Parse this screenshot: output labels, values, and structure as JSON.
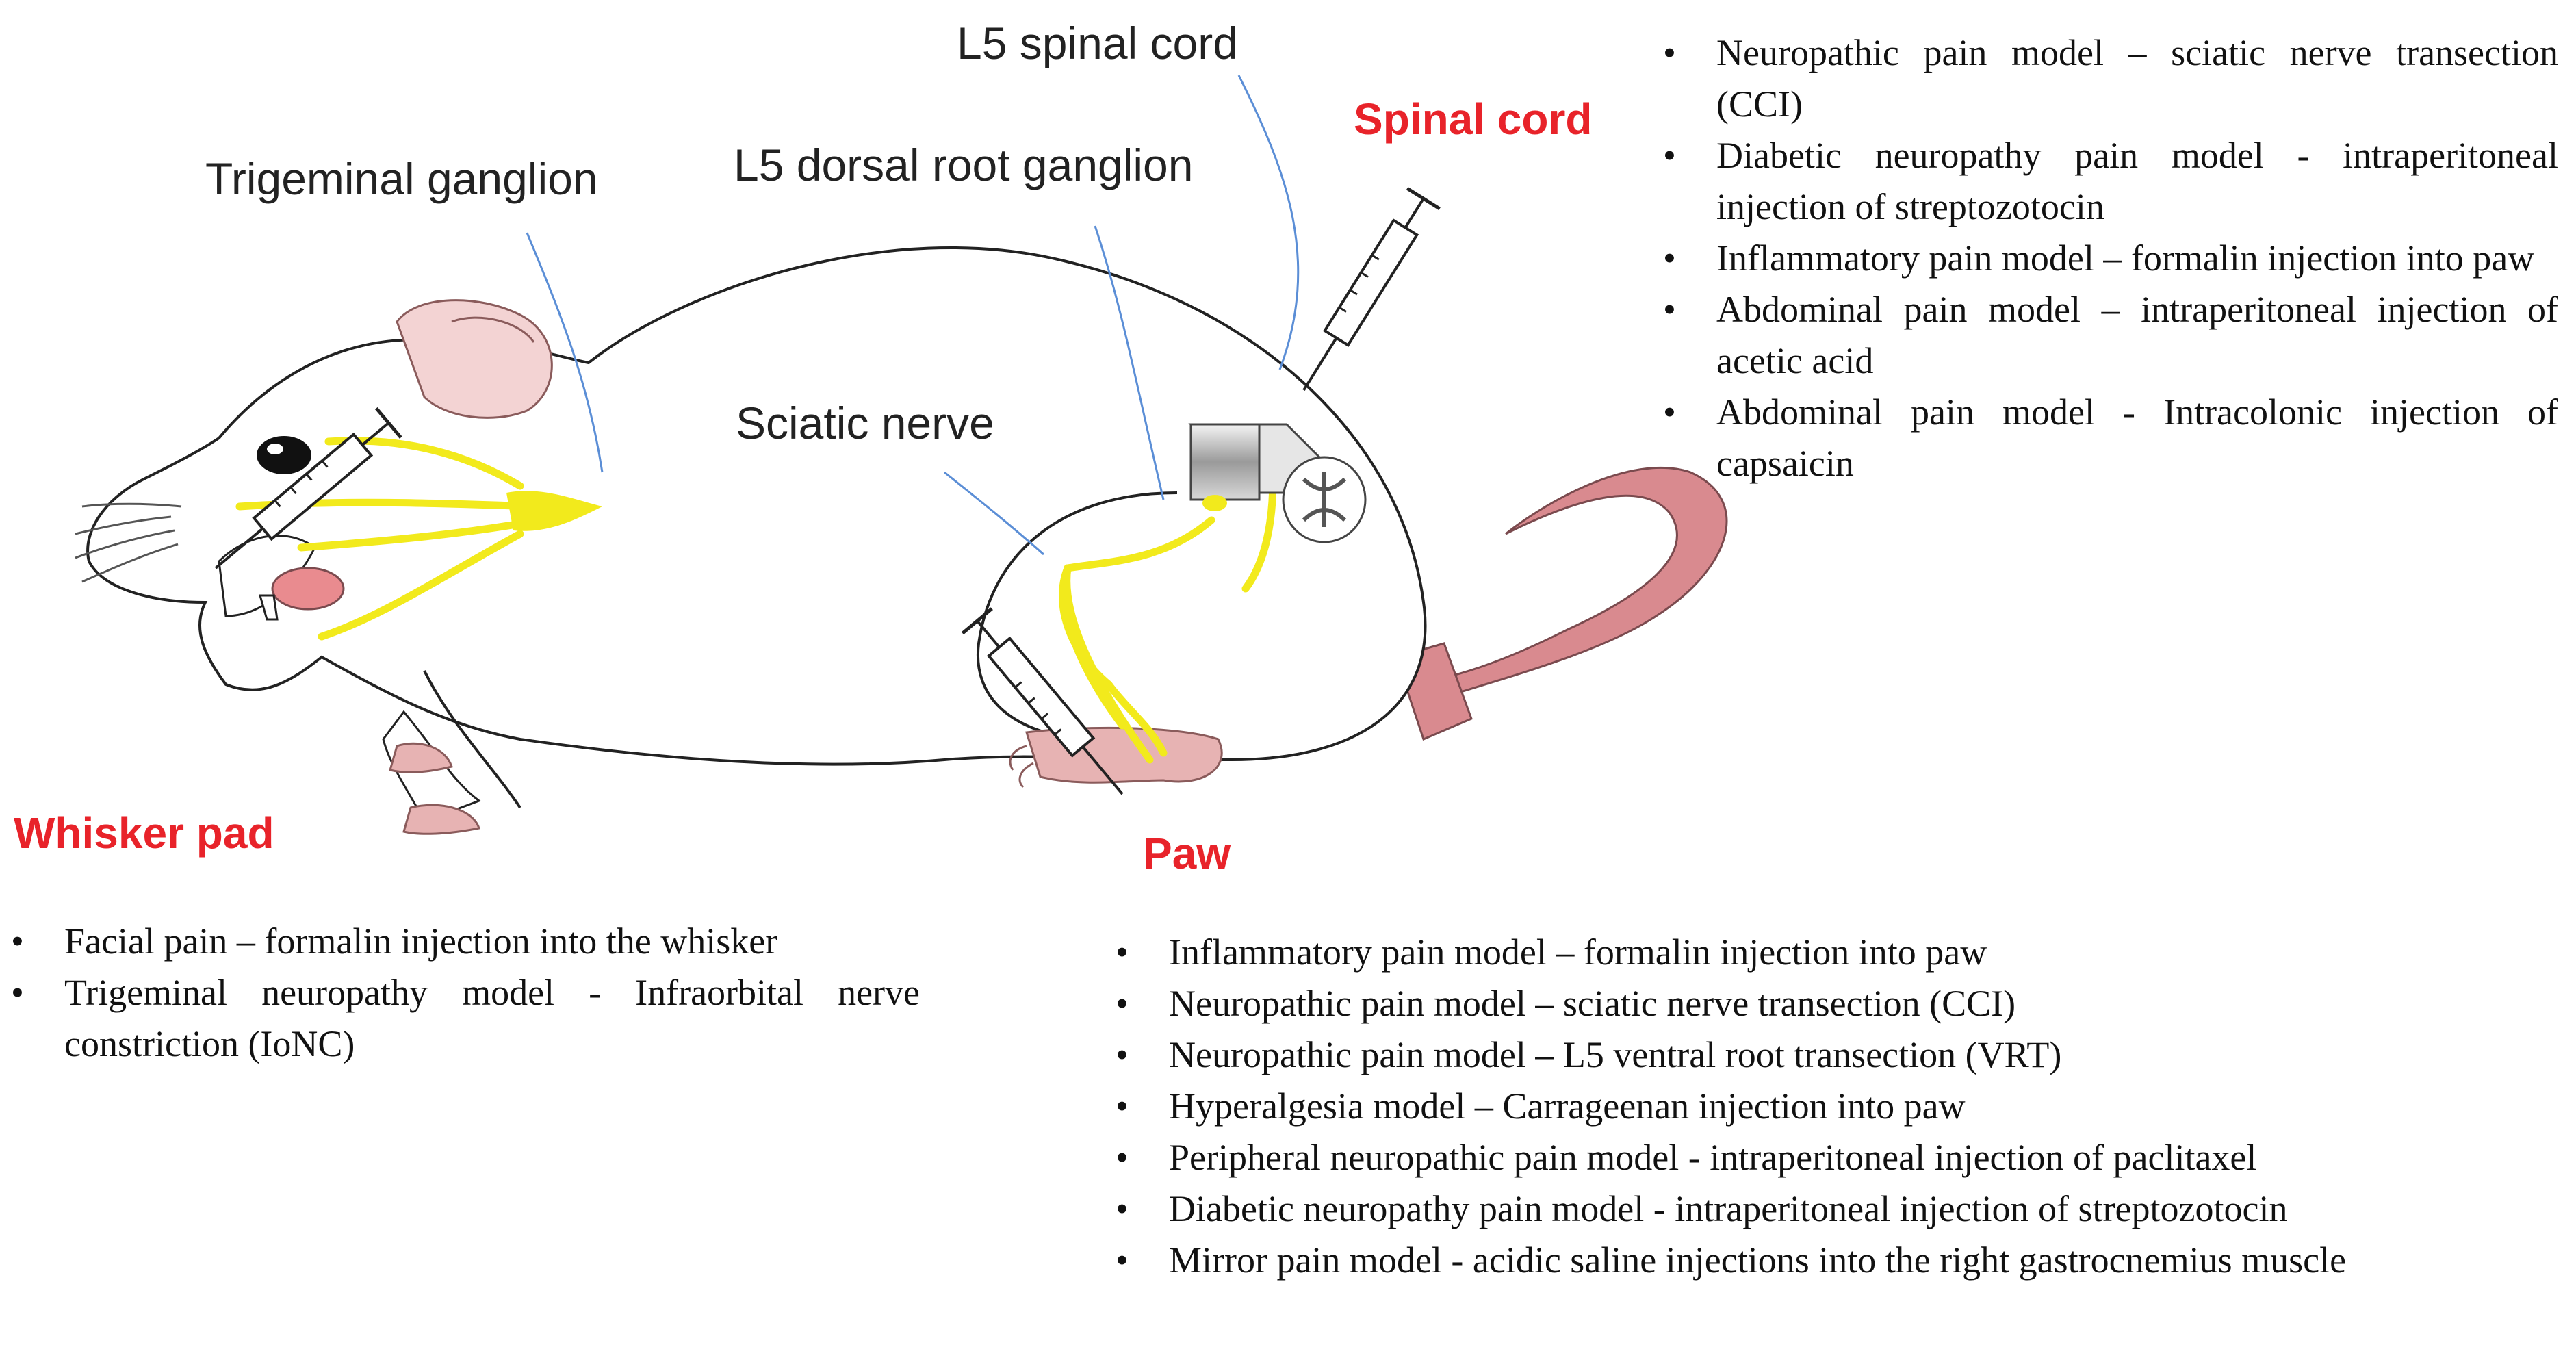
{
  "labels": {
    "trigeminal_ganglion": "Trigeminal ganglion",
    "l5_dorsal_root_ganglion": "L5 dorsal root ganglion",
    "l5_spinal_cord": "L5 spinal cord",
    "sciatic_nerve": "Sciatic nerve"
  },
  "sites": {
    "spinal_cord": "Spinal cord",
    "whisker_pad": "Whisker pad",
    "paw": "Paw"
  },
  "lists": {
    "spinal_cord": [
      "Neuropathic pain model – sciatic nerve transection (CCI)",
      "Diabetic neuropathy pain model - intraperitoneal injection of streptozotocin",
      "Inflammatory pain model – formalin injection into paw",
      "Abdominal pain model – intraperitoneal injection of acetic acid",
      "Abdominal pain model - Intracolonic injection of capsaicin"
    ],
    "whisker_pad": [
      "Facial pain – formalin injection into the whisker",
      "Trigeminal neuropathy model - Infraorbital nerve constriction (IoNC)"
    ],
    "paw": [
      "Inflammatory pain model – formalin injection into paw",
      "Neuropathic pain model – sciatic nerve transection (CCI)",
      "Neuropathic pain model – L5 ventral root transection (VRT)",
      "Hyperalgesia model – Carrageenan injection into paw",
      "Peripheral neuropathic pain model - intraperitoneal injection of paclitaxel",
      "Diabetic neuropathy pain model - intraperitoneal injection of streptozotocin",
      "Mirror pain model - acidic saline injections into the right gastrocnemius muscle"
    ]
  },
  "colors": {
    "site_label": "#e8232a",
    "nerve": "#f2ea1c",
    "pointer": "#5b8ed6",
    "skin_pink": "#e7b3b3",
    "tail": "#d98a8f"
  }
}
